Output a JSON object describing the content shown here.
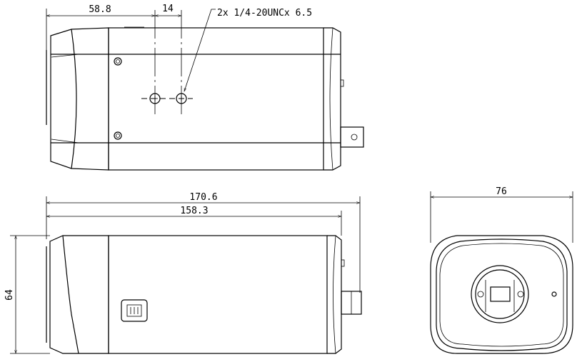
{
  "top_view": {
    "dim_front_to_hole": "58.8",
    "dim_hole_spacing": "14",
    "thread_callout": "2x 1/4-20UNCx 6.5"
  },
  "side_view": {
    "dim_overall_length": "170.6",
    "dim_body_length": "158.3",
    "dim_height": "64"
  },
  "front_view": {
    "dim_width": "76"
  }
}
